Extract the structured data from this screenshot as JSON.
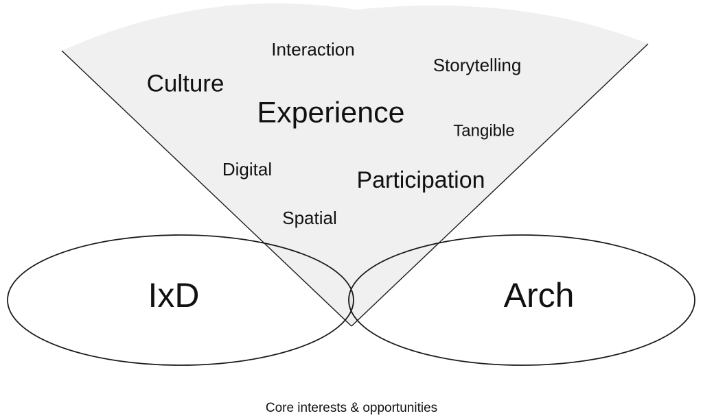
{
  "diagram": {
    "fan_fill_color": "#f0f0f0",
    "intersection_fill_color": "#e5e5e5",
    "stroke_color": "#1a1a1a",
    "text_color": "#111111",
    "fan_words": [
      "Interaction",
      "Storytelling",
      "Culture",
      "Experience",
      "Tangible",
      "Digital",
      "Participation",
      "Spatial"
    ],
    "left_circle_label": "IxD",
    "right_circle_label": "Arch"
  },
  "caption": "Core interests & opportunities"
}
